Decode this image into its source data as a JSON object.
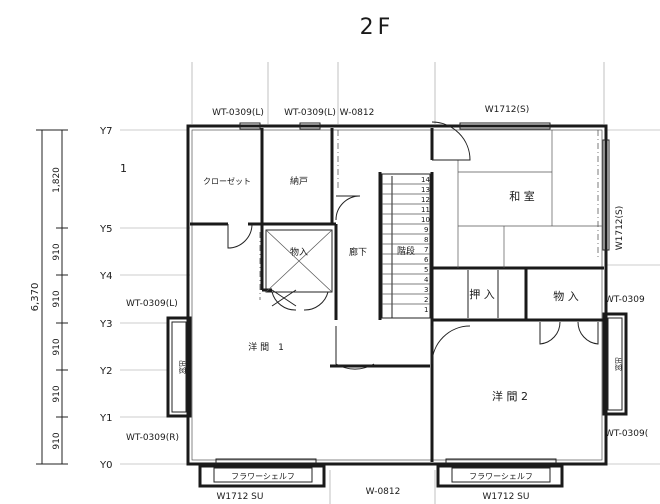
{
  "title": "2F",
  "grid": {
    "rows": [
      "Y7",
      "Y5",
      "Y4",
      "Y3",
      "Y2",
      "Y1",
      "Y0"
    ],
    "stray_mark": "1"
  },
  "dimensions": {
    "total": "6,370",
    "segments": [
      "1,820",
      "910",
      "910",
      "910",
      "910",
      "910"
    ]
  },
  "rooms": {
    "closet": "クローゼット",
    "storage_nando": "納戸",
    "storage_1": "物入",
    "corridor": "廊下",
    "stairs": "階段",
    "washitsu": "和 室",
    "storage_2": "押 入",
    "storage_3": "物 入",
    "youma_1": "洋 間　1",
    "youma_2": "洋 間 2"
  },
  "stair_steps": [
    "14",
    "13",
    "12",
    "11",
    "10",
    "9",
    "8",
    "7",
    "6",
    "5",
    "4",
    "3",
    "2",
    "1"
  ],
  "windows": {
    "top_left": "WT-0309(L)",
    "top_mid": "WT-0309(L)",
    "top_corridor": "W-0812",
    "top_right": "W1712(S)",
    "right_vertical": "W1712(S)",
    "right_upper": "WT-0309",
    "right_lower": "WT-0309(",
    "left_upper": "WT-0309(L)",
    "left_lower": "WT-0309(R)",
    "bottom_left": "W1712 SU",
    "bottom_mid": "W-0812",
    "bottom_right": "W1712 SU"
  },
  "balconies": {
    "left": "出窓",
    "right": "出窓"
  },
  "shelves": {
    "left": "フラワーシェルフ",
    "right": "フラワーシェルフ"
  }
}
